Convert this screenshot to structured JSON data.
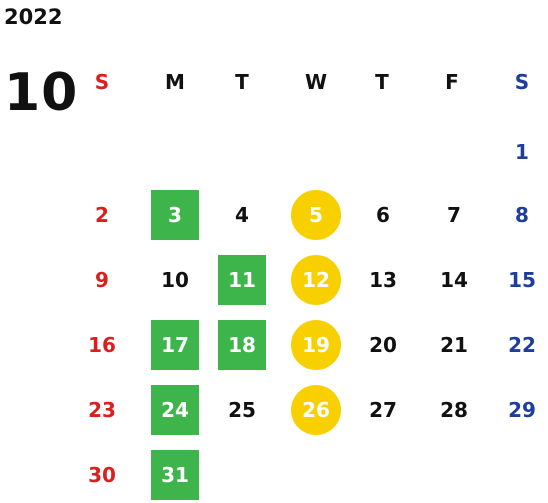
{
  "calendar": {
    "year": "2022",
    "month": "10",
    "weekdays": [
      "S",
      "M",
      "T",
      "W",
      "T",
      "F",
      "S"
    ],
    "colors": {
      "sunday": "#d9201f",
      "saturday": "#1f3d9c",
      "weekday": "#111111",
      "green_highlight": "#3db54a",
      "yellow_highlight": "#f8d000"
    },
    "weeks": [
      [
        "",
        "",
        "",
        "",
        "",
        "",
        "1"
      ],
      [
        "2",
        "3",
        "4",
        "5",
        "6",
        "7",
        "8"
      ],
      [
        "9",
        "10",
        "11",
        "12",
        "13",
        "14",
        "15"
      ],
      [
        "16",
        "17",
        "18",
        "19",
        "20",
        "21",
        "22"
      ],
      [
        "23",
        "24",
        "25",
        "26",
        "27",
        "28",
        "29"
      ],
      [
        "30",
        "31",
        "",
        "",
        "",
        "",
        ""
      ]
    ],
    "green_days": [
      "3",
      "11",
      "17",
      "18",
      "24",
      "31"
    ],
    "yellow_days": [
      "5",
      "12",
      "19",
      "26"
    ]
  }
}
